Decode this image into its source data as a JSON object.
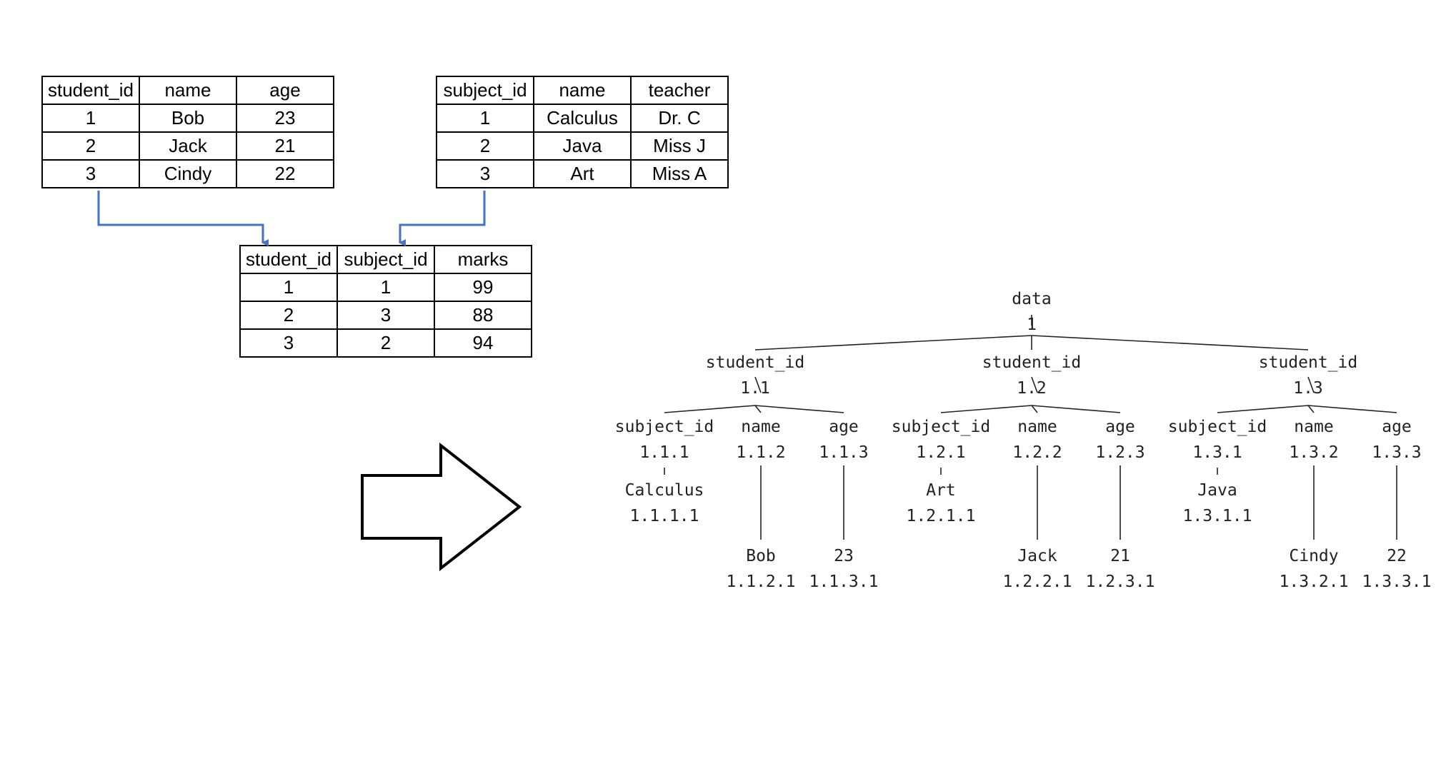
{
  "tables": {
    "students": {
      "columns": [
        "student_id",
        "name",
        "age"
      ],
      "rows": [
        [
          "1",
          "Bob",
          "23"
        ],
        [
          "2",
          "Jack",
          "21"
        ],
        [
          "3",
          "Cindy",
          "22"
        ]
      ]
    },
    "subjects": {
      "columns": [
        "subject_id",
        "name",
        "teacher"
      ],
      "rows": [
        [
          "1",
          "Calculus",
          "Dr. C"
        ],
        [
          "2",
          "Java",
          "Miss J"
        ],
        [
          "3",
          "Art",
          "Miss A"
        ]
      ]
    },
    "marks": {
      "columns": [
        "student_id",
        "subject_id",
        "marks"
      ],
      "rows": [
        [
          "1",
          "1",
          "99"
        ],
        [
          "2",
          "3",
          "88"
        ],
        [
          "3",
          "2",
          "94"
        ]
      ]
    }
  },
  "tree": {
    "root": {
      "label": "data",
      "id": "1"
    },
    "groups": [
      {
        "node": {
          "label": "student_id",
          "id": "1.1"
        },
        "subject": {
          "label": "subject_id",
          "id": "1.1.1",
          "child": {
            "label": "Calculus",
            "id": "1.1.1.1"
          }
        },
        "name": {
          "label": "name",
          "id": "1.1.2",
          "child": {
            "label": "Bob",
            "id": "1.1.2.1"
          }
        },
        "age": {
          "label": "age",
          "id": "1.1.3",
          "child": {
            "label": "23",
            "id": "1.1.3.1"
          }
        }
      },
      {
        "node": {
          "label": "student_id",
          "id": "1.2"
        },
        "subject": {
          "label": "subject_id",
          "id": "1.2.1",
          "child": {
            "label": "Art",
            "id": "1.2.1.1"
          }
        },
        "name": {
          "label": "name",
          "id": "1.2.2",
          "child": {
            "label": "Jack",
            "id": "1.2.2.1"
          }
        },
        "age": {
          "label": "age",
          "id": "1.2.3",
          "child": {
            "label": "21",
            "id": "1.2.3.1"
          }
        }
      },
      {
        "node": {
          "label": "student_id",
          "id": "1.3"
        },
        "subject": {
          "label": "subject_id",
          "id": "1.3.1",
          "child": {
            "label": "Java",
            "id": "1.3.1.1"
          }
        },
        "name": {
          "label": "name",
          "id": "1.3.2",
          "child": {
            "label": "Cindy",
            "id": "1.3.2.1"
          }
        },
        "age": {
          "label": "age",
          "id": "1.3.3",
          "child": {
            "label": "22",
            "id": "1.3.3.1"
          }
        }
      }
    ]
  },
  "colors": {
    "connector": "#4472c4",
    "tree_line": "#222222",
    "border": "#000000"
  }
}
